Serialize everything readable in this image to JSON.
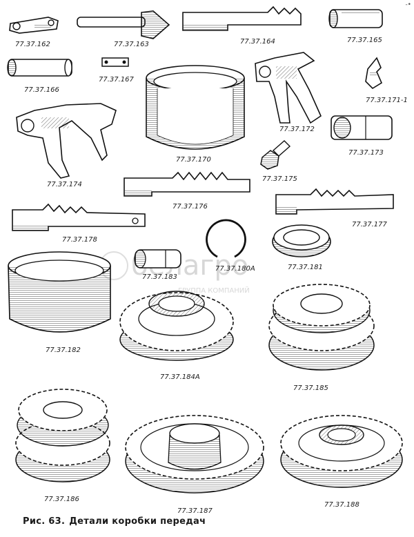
{
  "figure": {
    "caption_prefix": "Рис. 63.",
    "caption_text": "Детали коробки передач"
  },
  "watermark": {
    "brand": "белагро",
    "tagline": "ГРУППА КОМПАНИЙ"
  },
  "corner_mark": "-•",
  "parts": [
    {
      "id": "p162",
      "label": "77.37.162",
      "kind": "plate"
    },
    {
      "id": "p163",
      "label": "77.37.163",
      "kind": "pin"
    },
    {
      "id": "p164",
      "label": "77.37.164",
      "kind": "rod"
    },
    {
      "id": "p165",
      "label": "77.37.165",
      "kind": "bush"
    },
    {
      "id": "p166",
      "label": "77.37.166",
      "kind": "bush"
    },
    {
      "id": "p167",
      "label": "77.37.167",
      "kind": "plate"
    },
    {
      "id": "p170",
      "label": "77.37.170",
      "kind": "ring"
    },
    {
      "id": "p171",
      "label": "77.37.171-1",
      "kind": "clip"
    },
    {
      "id": "p172",
      "label": "77.37.172",
      "kind": "fork"
    },
    {
      "id": "p173",
      "label": "77.37.173",
      "kind": "bush"
    },
    {
      "id": "p174",
      "label": "77.37.174",
      "kind": "fork"
    },
    {
      "id": "p175",
      "label": "77.37.175",
      "kind": "bolt"
    },
    {
      "id": "p176",
      "label": "77.37.176",
      "kind": "rod"
    },
    {
      "id": "p177",
      "label": "77.37.177",
      "kind": "rod"
    },
    {
      "id": "p178",
      "label": "77.37.178",
      "kind": "rod"
    },
    {
      "id": "p180",
      "label": "77.37.180А",
      "kind": "snapring"
    },
    {
      "id": "p181",
      "label": "77.37.181",
      "kind": "nut"
    },
    {
      "id": "p182",
      "label": "77.37.182",
      "kind": "ring"
    },
    {
      "id": "p183",
      "label": "77.37.183",
      "kind": "bush"
    },
    {
      "id": "p184",
      "label": "77.37.184А",
      "kind": "gear"
    },
    {
      "id": "p185",
      "label": "77.37.185",
      "kind": "gear"
    },
    {
      "id": "p186",
      "label": "77.37.186",
      "kind": "gear"
    },
    {
      "id": "p187",
      "label": "77.37.187",
      "kind": "gear"
    },
    {
      "id": "p188",
      "label": "77.37.188",
      "kind": "gear"
    }
  ]
}
